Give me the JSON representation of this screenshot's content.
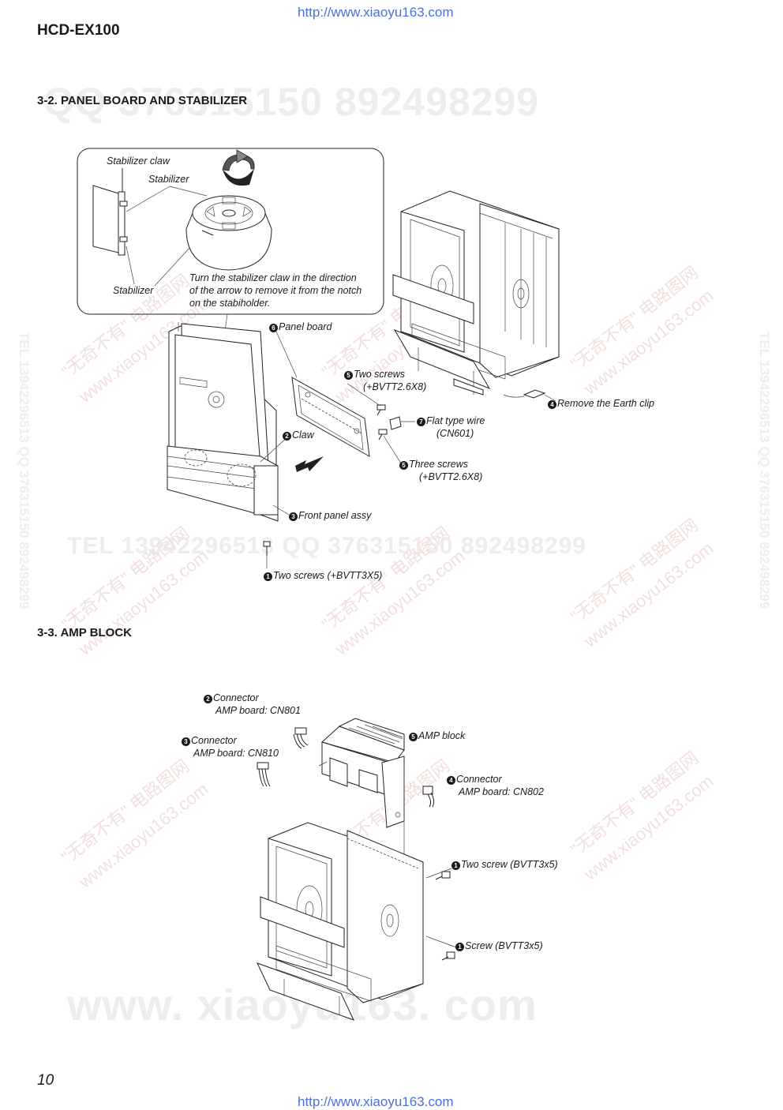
{
  "header": {
    "url_top": "http://www.xiaoyu163.com",
    "url_bottom": "http://www.xiaoyu163.com",
    "model": "HCD-EX100",
    "page_number": "10"
  },
  "watermarks": {
    "qq_line": "QQ 376315150   892498299",
    "tel_line": "TEL 13942296513   QQ 376315150   892498299",
    "site_big": "www. xiaoyu163. com",
    "cn_site": "\"无奇不有\" 电路图网",
    "cn_url": "www.xiaoyu163.com",
    "vertical": "TEL 13942296513   QQ 376315150   892498299"
  },
  "section_3_2": {
    "title": "3-2. PANEL BOARD AND STABILIZER",
    "inset": {
      "stabilizer_claw": "Stabilizer claw",
      "stabilizer_top": "Stabilizer",
      "stabilizer_bottom": "Stabilizer",
      "instruction_1": "Turn the stabilizer claw in the direction",
      "instruction_2": "of the arrow to remove it from the notch",
      "instruction_3": "on the stabiholder."
    },
    "steps": {
      "s1_num": "1",
      "s1": "Two screws (+BVTT3X5)",
      "s2_num": "2",
      "s2": "Claw",
      "s3_num": "3",
      "s3": "Front panel assy",
      "s4_num": "4",
      "s4": "Remove the Earth clip",
      "s5a_num": "5",
      "s5a_1": "Two screws",
      "s5a_2": "(+BVTT2.6X8)",
      "s5b_num": "5",
      "s5b_1": "Three screws",
      "s5b_2": "(+BVTT2.6X8)",
      "s6_num": "6",
      "s6": "Panel board",
      "s7_num": "7",
      "s7_1": "Flat type wire",
      "s7_2": "(CN601)"
    }
  },
  "section_3_3": {
    "title": "3-3. AMP BLOCK",
    "steps": {
      "c2_num": "2",
      "c2_1": "Connector",
      "c2_2": "AMP board: CN801",
      "c3_num": "3",
      "c3_1": "Connector",
      "c3_2": "AMP board: CN810",
      "c5_num": "5",
      "c5": "AMP block",
      "c4_num": "4",
      "c4_1": "Connector",
      "c4_2": "AMP board: CN802",
      "c1a_num": "1",
      "c1a": "Two screw (BVTT3x5)",
      "c1b_num": "1",
      "c1b": "Screw (BVTT3x5)"
    }
  }
}
